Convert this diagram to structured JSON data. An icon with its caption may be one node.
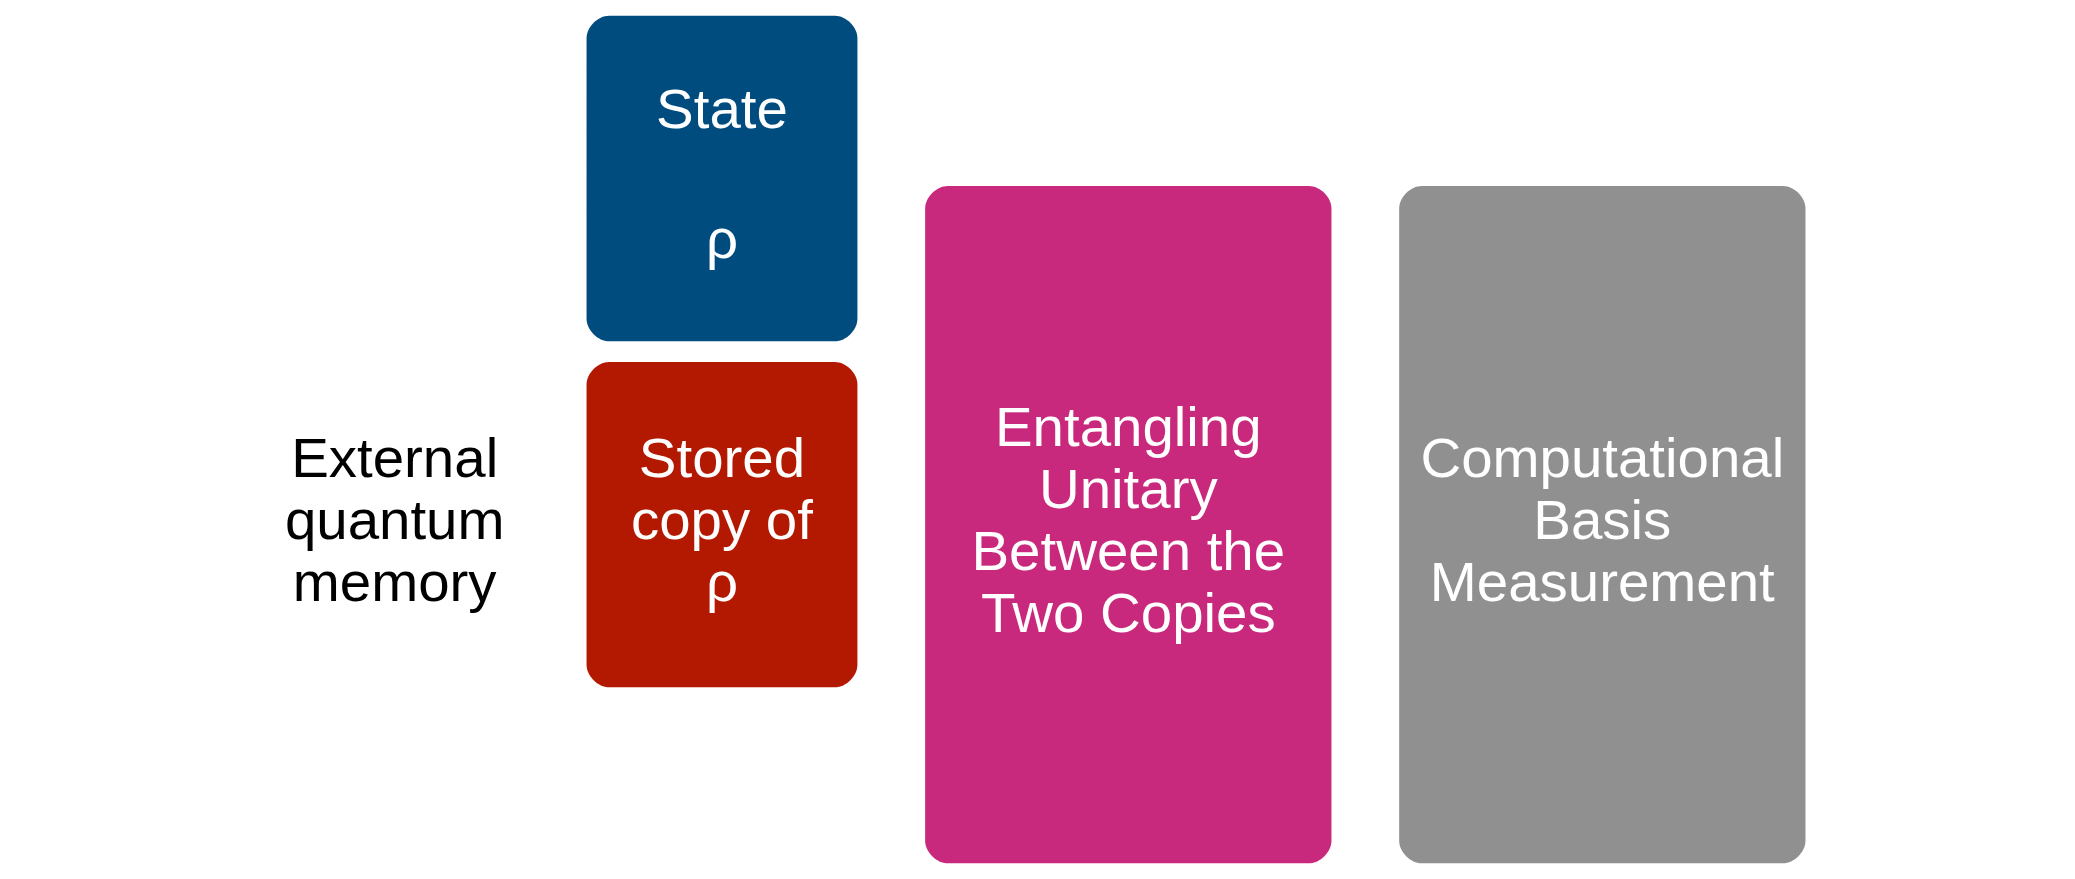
{
  "diagram": {
    "nodes": [
      {
        "text": [
          "State",
          "ρ"
        ]
      },
      {
        "text": [
          "Stored copy of ρ"
        ]
      },
      {
        "text": [
          "Entangling Unitary Between the Two Copies"
        ]
      },
      {
        "text": [
          "Computational Basis Measurement"
        ]
      }
    ],
    "labels": [
      "External quantum memory"
    ]
  }
}
